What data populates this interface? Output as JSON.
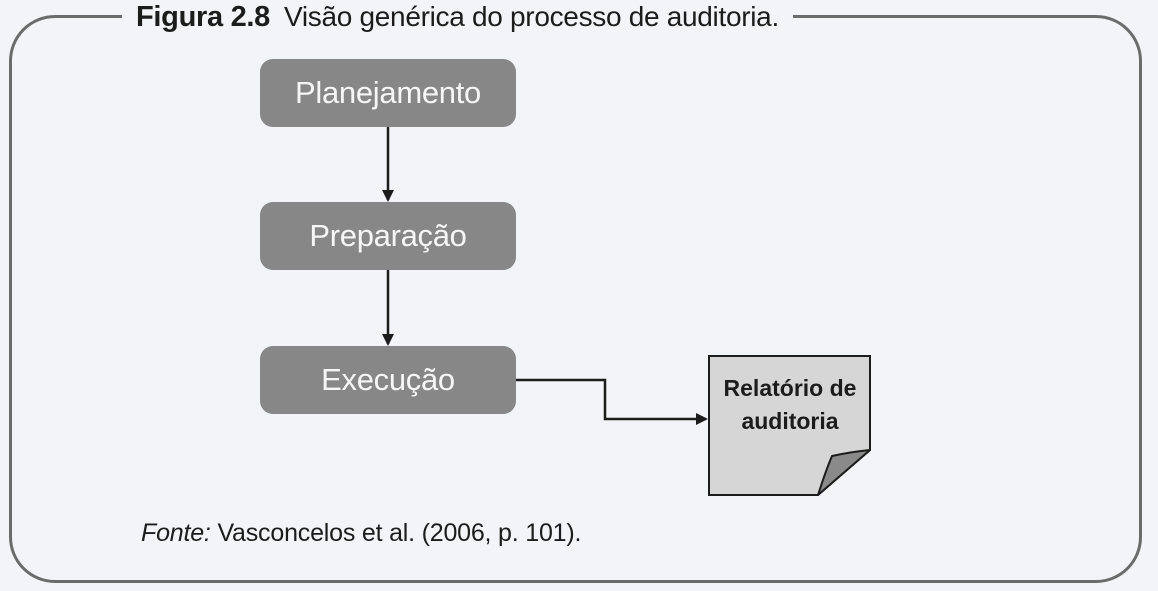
{
  "figure": {
    "label": "Figura 2.8",
    "title": "Visão genérica do processo de auditoria."
  },
  "steps": [
    {
      "label": "Planejamento"
    },
    {
      "label": "Preparação"
    },
    {
      "label": "Execução"
    }
  ],
  "output_document": {
    "line1": "Relatório de",
    "line2": "auditoria"
  },
  "source": {
    "prefix": "Fonte:",
    "text": "Vasconcelos et al. (2006, p. 101)."
  },
  "colors": {
    "box_fill": "#878787",
    "box_text": "#f6f6f6",
    "frame_border": "#6b6b6b",
    "document_fill": "#d6d6d6",
    "document_fold": "#8a8a8a",
    "arrow": "#1c1c1c"
  }
}
